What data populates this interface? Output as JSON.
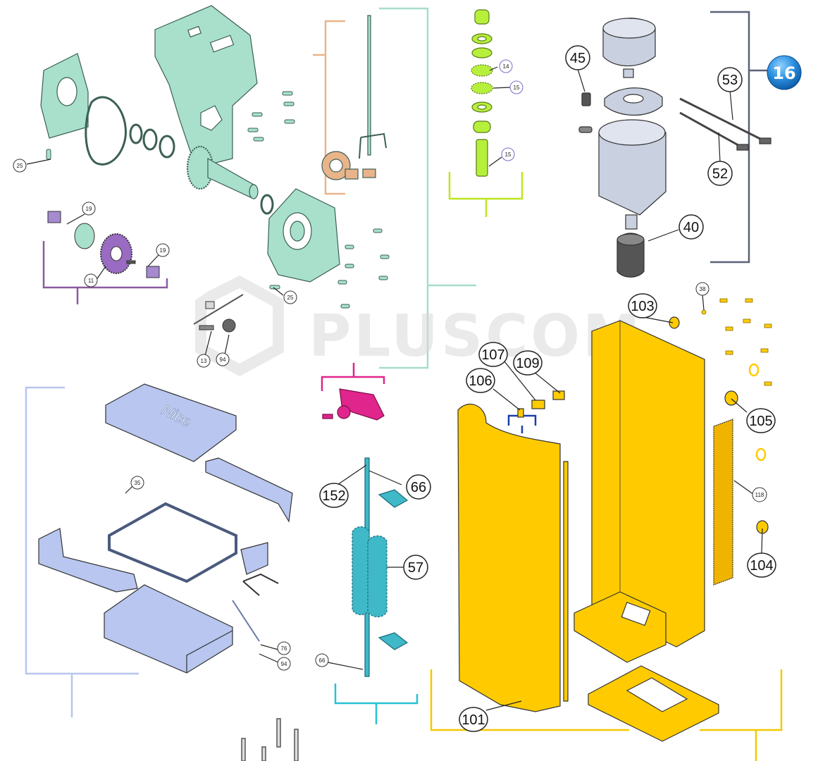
{
  "watermark": {
    "text": "PLUSCOM"
  },
  "colors": {
    "gearbox": "#a8e0cc",
    "cover": "#b8c6f0",
    "column": "#ffcb00",
    "motor": "#c9d0df",
    "spring": "#3fb8c8",
    "lever": "#e0258c",
    "limit": "#b7f03c",
    "badge": "#1d82d6"
  },
  "brand_logo": "Nice",
  "badge": {
    "label": "16"
  },
  "callouts_large": [
    {
      "id": "c45",
      "label": "45"
    },
    {
      "id": "c53",
      "label": "53"
    },
    {
      "id": "c52",
      "label": "52"
    },
    {
      "id": "c40",
      "label": "40"
    },
    {
      "id": "c103",
      "label": "103"
    },
    {
      "id": "c107",
      "label": "107"
    },
    {
      "id": "c109",
      "label": "109"
    },
    {
      "id": "c106",
      "label": "106"
    },
    {
      "id": "c105",
      "label": "105"
    },
    {
      "id": "c104",
      "label": "104"
    },
    {
      "id": "c152",
      "label": "152"
    },
    {
      "id": "c66",
      "label": "66"
    },
    {
      "id": "c57",
      "label": "57"
    },
    {
      "id": "c101",
      "label": "101"
    }
  ],
  "callouts_small": [
    {
      "id": "s25a",
      "label": "25"
    },
    {
      "id": "s19a",
      "label": "19"
    },
    {
      "id": "s19b",
      "label": "19"
    },
    {
      "id": "s11",
      "label": "11"
    },
    {
      "id": "s25b",
      "label": "25"
    },
    {
      "id": "s13",
      "label": "13"
    },
    {
      "id": "s94a",
      "label": "94"
    },
    {
      "id": "s14",
      "label": "14"
    },
    {
      "id": "s15a",
      "label": "15"
    },
    {
      "id": "s15b",
      "label": "15"
    },
    {
      "id": "s38",
      "label": "38"
    },
    {
      "id": "s118",
      "label": "118"
    },
    {
      "id": "s35",
      "label": "35"
    },
    {
      "id": "s76",
      "label": "76"
    },
    {
      "id": "s94b",
      "label": "94"
    },
    {
      "id": "s66",
      "label": "66"
    }
  ]
}
